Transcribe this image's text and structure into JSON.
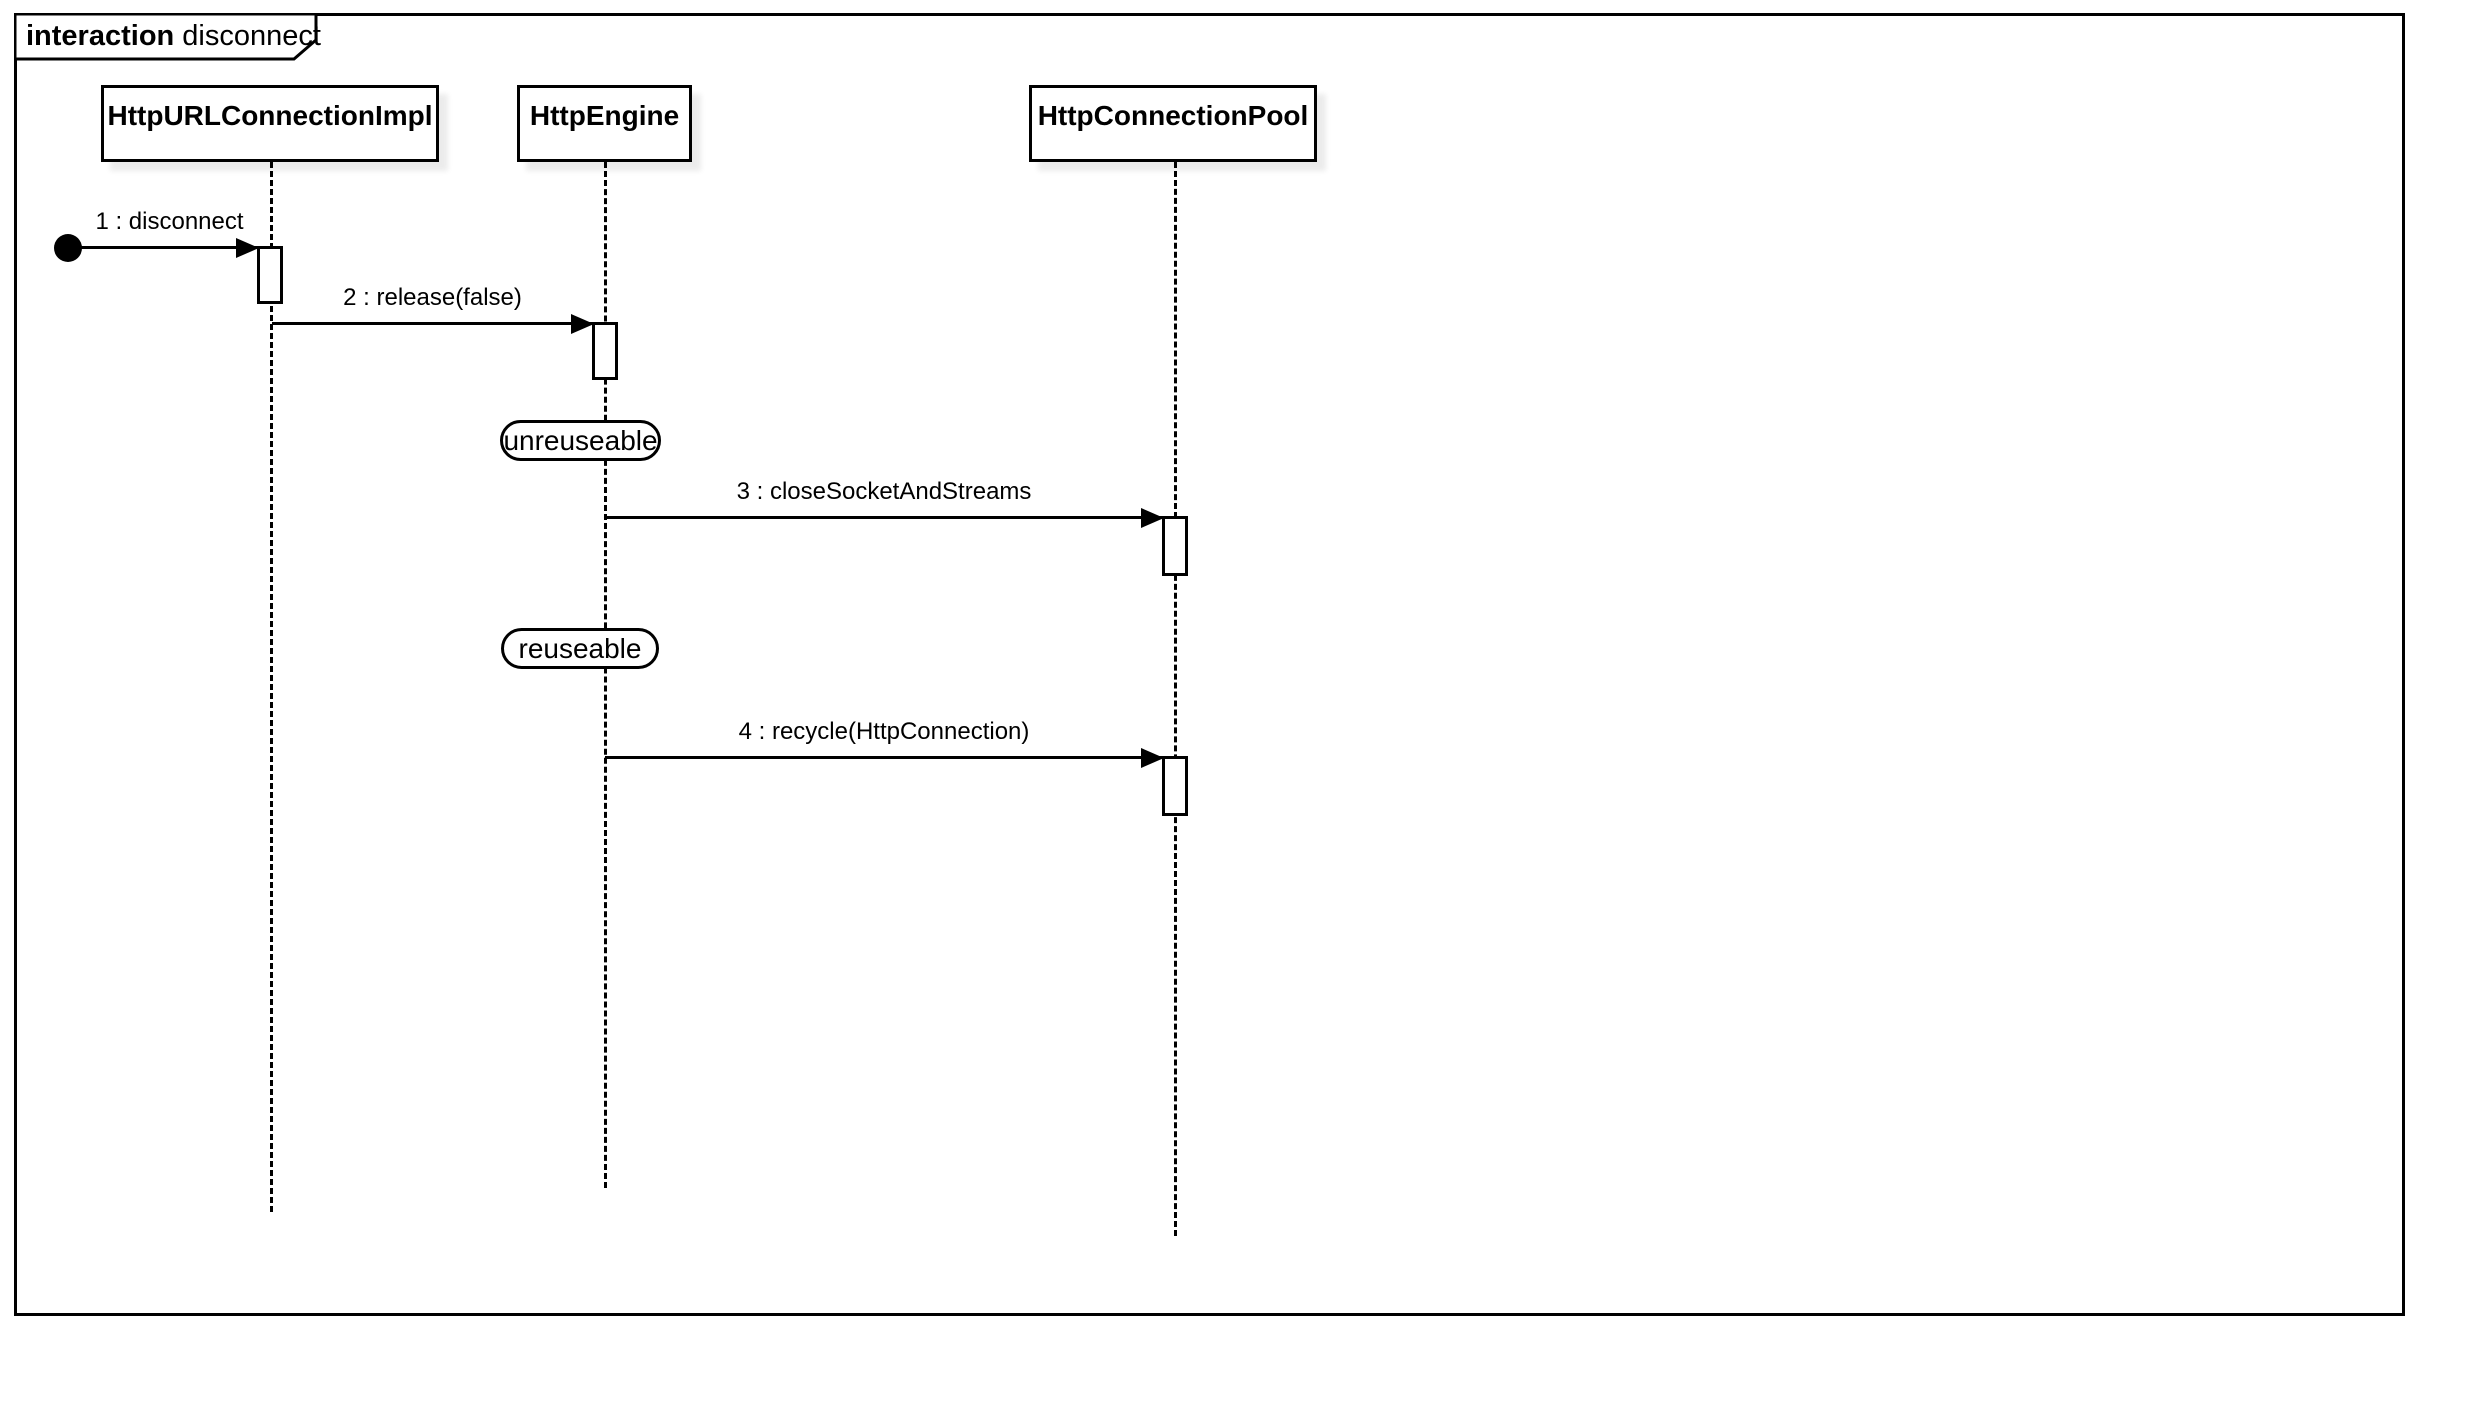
{
  "diagram": {
    "type": "uml-sequence-diagram",
    "frame": {
      "keyword": "interaction",
      "name": "disconnect"
    },
    "lifelines": [
      {
        "name": "HttpURLConnectionImpl"
      },
      {
        "name": "HttpEngine"
      },
      {
        "name": "HttpConnectionPool"
      }
    ],
    "messages": [
      {
        "label": "1 : disconnect",
        "from": "start",
        "to": "HttpURLConnectionImpl"
      },
      {
        "label": "2 : release(false)",
        "from": "HttpURLConnectionImpl",
        "to": "HttpEngine"
      },
      {
        "label": "3 : closeSocketAndStreams",
        "from": "HttpEngine",
        "to": "HttpConnectionPool"
      },
      {
        "label": "4 : recycle(HttpConnection)",
        "from": "HttpEngine",
        "to": "HttpConnectionPool"
      }
    ],
    "state_labels": [
      {
        "label": "unreuseable"
      },
      {
        "label": "reuseable"
      }
    ],
    "colors": {
      "line": "#000000",
      "background": "#ffffff",
      "shadow": "#ececec"
    }
  }
}
